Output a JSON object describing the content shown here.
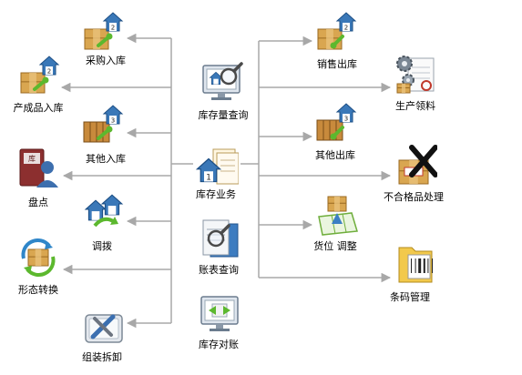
{
  "center": {
    "id": "inventory-business",
    "label": "库存业务",
    "icon": "warehouse-documents-icon"
  },
  "middle": [
    {
      "id": "stock-query",
      "label": "库存量查询",
      "icon": "monitor-magnifier-icon"
    },
    {
      "id": "ledger-query",
      "label": "账表查询",
      "icon": "report-magnifier-icon"
    },
    {
      "id": "stock-reconcile",
      "label": "库存对账",
      "icon": "monitor-reconcile-icon"
    }
  ],
  "left": [
    {
      "id": "purchase-in",
      "label": "采购入库",
      "icon": "box-house-in-icon"
    },
    {
      "id": "product-in",
      "label": "产成品入库",
      "icon": "box-house-in-icon"
    },
    {
      "id": "other-in",
      "label": "其他入库",
      "icon": "crate-house-in-icon"
    },
    {
      "id": "stocktake",
      "label": "盘点",
      "icon": "stocktake-person-icon"
    },
    {
      "id": "transfer",
      "label": "调拨",
      "icon": "houses-transfer-icon"
    },
    {
      "id": "form-convert",
      "label": "形态转换",
      "icon": "box-cycle-arrows-icon"
    },
    {
      "id": "assembly",
      "label": "组装拆卸",
      "icon": "tools-icon"
    }
  ],
  "right": [
    {
      "id": "sales-out",
      "label": "销售出库",
      "icon": "box-house-out-icon"
    },
    {
      "id": "production-issue",
      "label": "生产领料",
      "icon": "gears-document-icon"
    },
    {
      "id": "other-out",
      "label": "其他出库",
      "icon": "crate-house-out-icon"
    },
    {
      "id": "defective",
      "label": "不合格品处理",
      "icon": "rejected-box-icon"
    },
    {
      "id": "location-adjust",
      "label": "货位 调整",
      "icon": "location-box-icon"
    },
    {
      "id": "barcode",
      "label": "条码管理",
      "icon": "barcode-folder-icon"
    }
  ],
  "colors": {
    "line": "#a8a8a8",
    "house": "#3a78b8",
    "box": "#d9a650",
    "arrow": "#5cb82e"
  }
}
